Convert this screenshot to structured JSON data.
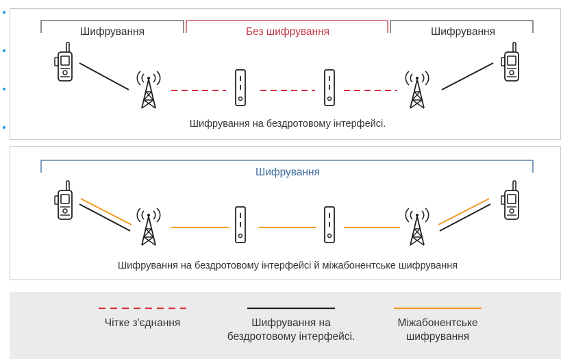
{
  "colors": {
    "bracket_gray": "#555555",
    "bracket_red": "#c0394b",
    "bracket_blue": "#3b6b9a",
    "orange": "#f39a24",
    "red_dash": "#d9303e",
    "black": "#222222",
    "bullet_blue": "#1a9be0"
  },
  "panel1": {
    "label_left": "Шифрування",
    "label_middle": "Без шифрування",
    "label_right": "Шифрування",
    "caption": "Шифрування на бездротовому інтерфейсі."
  },
  "panel2": {
    "label_top": "Шифрування",
    "caption": "Шифрування на бездротовому інтерфейсі й міжабонентське шифрування"
  },
  "legend": {
    "items": [
      {
        "line1": "Чітке з'єднання",
        "line2": "",
        "style": "red-dashed"
      },
      {
        "line1": "Шифрування на",
        "line2": "бездротовому інтерфейсі.",
        "style": "black-solid"
      },
      {
        "line1": "Міжабонентське",
        "line2": "шифрування",
        "style": "orange-solid"
      }
    ]
  },
  "icons": {
    "radio": "handheld-radio-icon",
    "tower": "radio-tower-icon",
    "switch": "network-switch-icon"
  }
}
